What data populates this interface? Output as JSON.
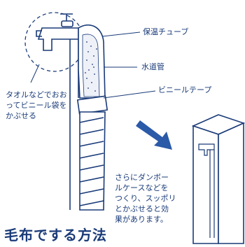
{
  "labels": {
    "insulation_tube": "保温チューブ",
    "water_pipe": "水道管",
    "vinyl_tape": "ビニールテープ"
  },
  "notes": {
    "towel_note": "タオルなどでおお\nってビニール袋を\nかぶせる",
    "box_note": "さらにダンボー\nルケースなどを\nつくり、スッポリ\nとかぶせると効\n果があります。"
  },
  "heading": "毛布でする方法",
  "colors": {
    "line": "#1a3b78",
    "arrow": "#2a5aa8"
  }
}
